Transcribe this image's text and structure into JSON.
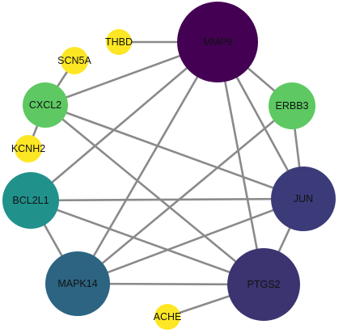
{
  "nodes": [
    {
      "id": "MMP9",
      "label": "MMP9",
      "color": "#440154"
    },
    {
      "id": "THBD",
      "label": "THBD",
      "color": "#fde725"
    },
    {
      "id": "SCN5A",
      "label": "SCN5A",
      "color": "#fde725"
    },
    {
      "id": "CXCL2",
      "label": "CXCL2",
      "color": "#5ec962"
    },
    {
      "id": "ERBB3",
      "label": "ERBB3",
      "color": "#5ec962"
    },
    {
      "id": "KCNH2",
      "label": "KCNH2",
      "color": "#fde725"
    },
    {
      "id": "BCL2L1",
      "label": "BCL2L1",
      "color": "#21918c"
    },
    {
      "id": "JUN",
      "label": "JUN",
      "color": "#3b3b7a"
    },
    {
      "id": "MAPK14",
      "label": "MAPK14",
      "color": "#2c6481"
    },
    {
      "id": "PTGS2",
      "label": "PTGS2",
      "color": "#3b3470"
    },
    {
      "id": "ACHE",
      "label": "ACHE",
      "color": "#fde725"
    }
  ],
  "edges": [
    [
      "THBD",
      "MMP9"
    ],
    [
      "SCN5A",
      "CXCL2"
    ],
    [
      "CXCL2",
      "KCNH2"
    ],
    [
      "MMP9",
      "CXCL2"
    ],
    [
      "MMP9",
      "ERBB3"
    ],
    [
      "MMP9",
      "JUN"
    ],
    [
      "MMP9",
      "PTGS2"
    ],
    [
      "MMP9",
      "MAPK14"
    ],
    [
      "MMP9",
      "BCL2L1"
    ],
    [
      "CXCL2",
      "JUN"
    ],
    [
      "CXCL2",
      "PTGS2"
    ],
    [
      "ERBB3",
      "JUN"
    ],
    [
      "ERBB3",
      "MAPK14"
    ],
    [
      "BCL2L1",
      "JUN"
    ],
    [
      "BCL2L1",
      "PTGS2"
    ],
    [
      "BCL2L1",
      "MAPK14"
    ],
    [
      "JUN",
      "MAPK14"
    ],
    [
      "JUN",
      "PTGS2"
    ],
    [
      "MAPK14",
      "PTGS2"
    ],
    [
      "PTGS2",
      "ACHE"
    ]
  ]
}
